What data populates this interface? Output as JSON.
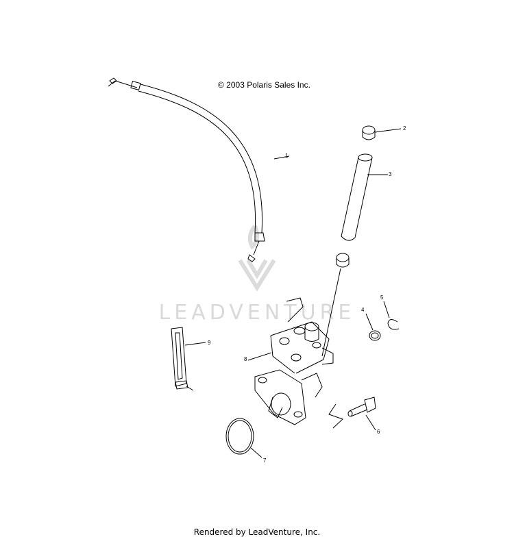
{
  "copyright": "© 2003 Polaris Sales Inc.",
  "footer": "Rendered by LeadVenture, Inc.",
  "watermark": "LEADVENTURE",
  "colors": {
    "line": "#000000",
    "watermark": "#d9d9d9"
  },
  "callouts": {
    "c1": "1",
    "c2": "2",
    "c3": "3",
    "c4": "4",
    "c5": "5",
    "c6": "6",
    "c7": "7",
    "c8": "8",
    "c9": "9"
  }
}
